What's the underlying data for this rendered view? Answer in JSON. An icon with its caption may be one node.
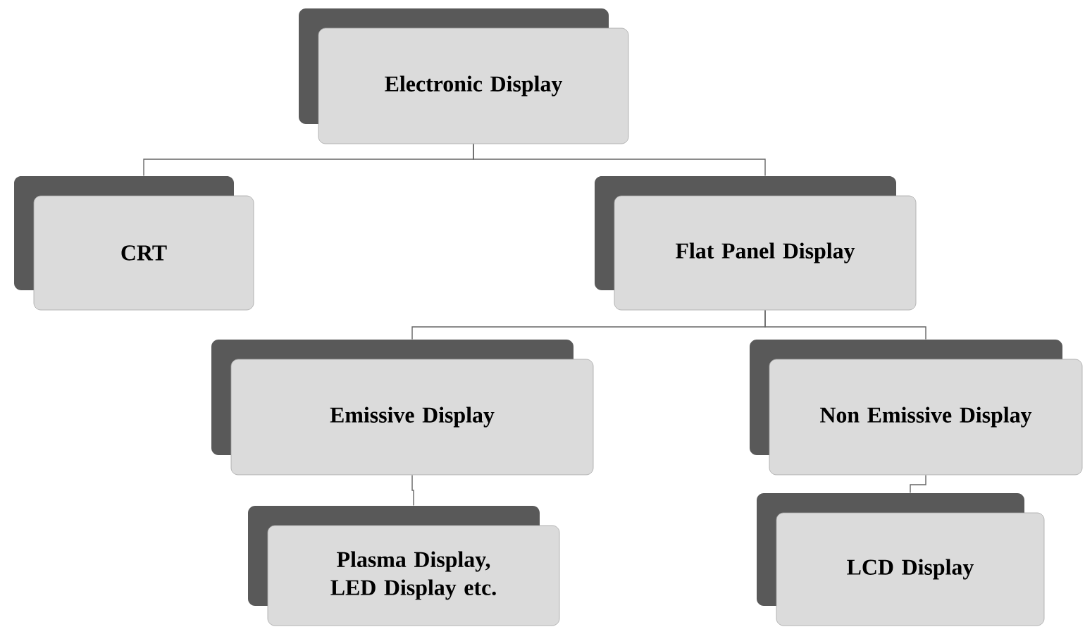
{
  "diagram": {
    "nodes": [
      {
        "text": [
          "Electronic Display"
        ]
      },
      {
        "text": [
          "CRT"
        ]
      },
      {
        "text": [
          "Flat Panel Display"
        ]
      },
      {
        "text": [
          "Emissive Display"
        ]
      },
      {
        "text": [
          "Non Emissive Display"
        ]
      },
      {
        "text": [
          "Plasma Display, LED Display etc."
        ]
      },
      {
        "text": [
          "LCD Display"
        ]
      }
    ],
    "edges": [
      {
        "from": 0,
        "to": 1,
        "arrow": "none"
      },
      {
        "from": 0,
        "to": 2,
        "arrow": "none"
      },
      {
        "from": 2,
        "to": 3,
        "arrow": "none"
      },
      {
        "from": 2,
        "to": 4,
        "arrow": "none"
      },
      {
        "from": 3,
        "to": 5,
        "arrow": "none"
      },
      {
        "from": 4,
        "to": 6,
        "arrow": "none"
      }
    ]
  }
}
